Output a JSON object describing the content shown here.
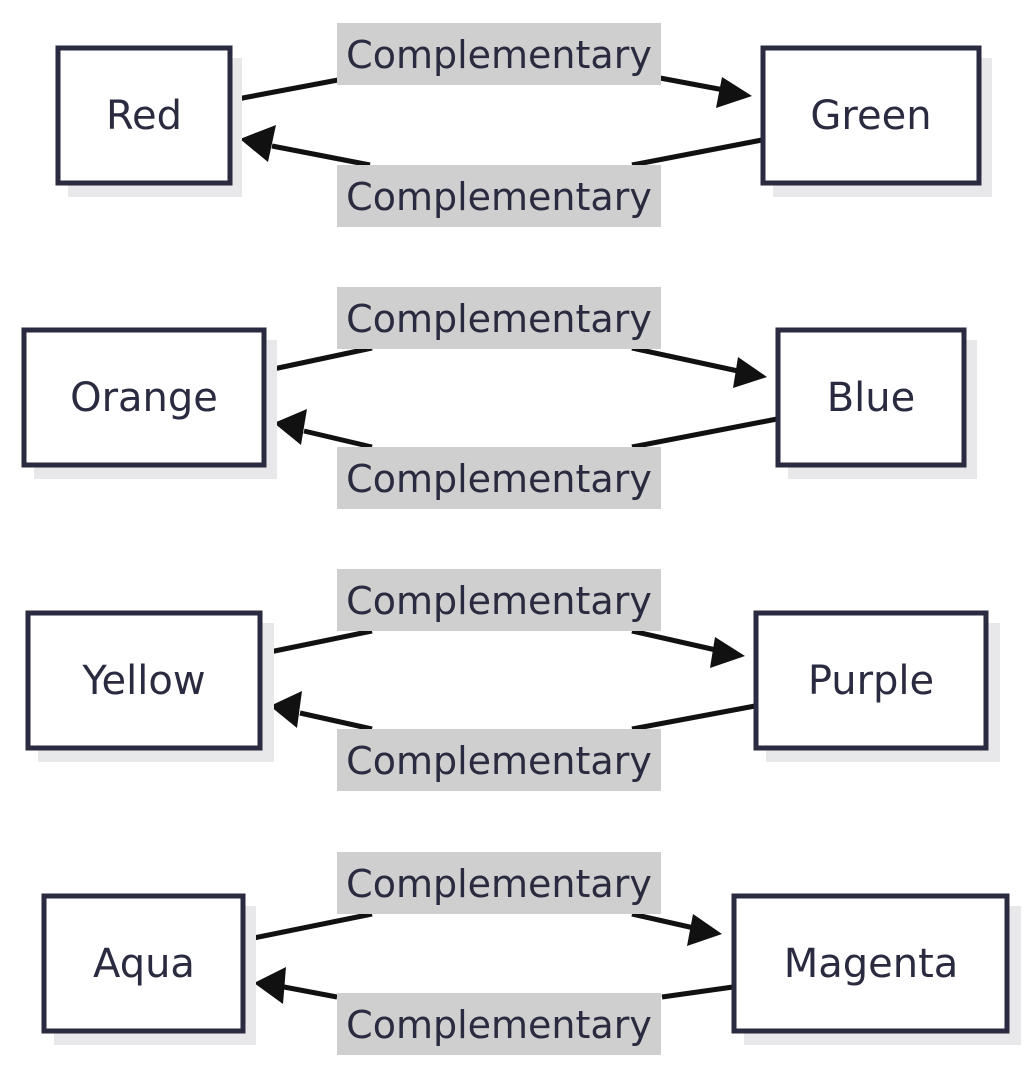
{
  "colors": {
    "node_border": "#2a2a40",
    "node_fill": "#ffffff",
    "node_shadow": "#e8e8ea",
    "edge": "#111111",
    "edge_label_bg": "#cfcfcf",
    "text": "#2a2a40"
  },
  "pairs": [
    {
      "left": "Red",
      "right": "Green",
      "edge_top": "Complementary",
      "edge_bottom": "Complementary"
    },
    {
      "left": "Orange",
      "right": "Blue",
      "edge_top": "Complementary",
      "edge_bottom": "Complementary"
    },
    {
      "left": "Yellow",
      "right": "Purple",
      "edge_top": "Complementary",
      "edge_bottom": "Complementary"
    },
    {
      "left": "Aqua",
      "right": "Magenta",
      "edge_top": "Complementary",
      "edge_bottom": "Complementary"
    }
  ]
}
